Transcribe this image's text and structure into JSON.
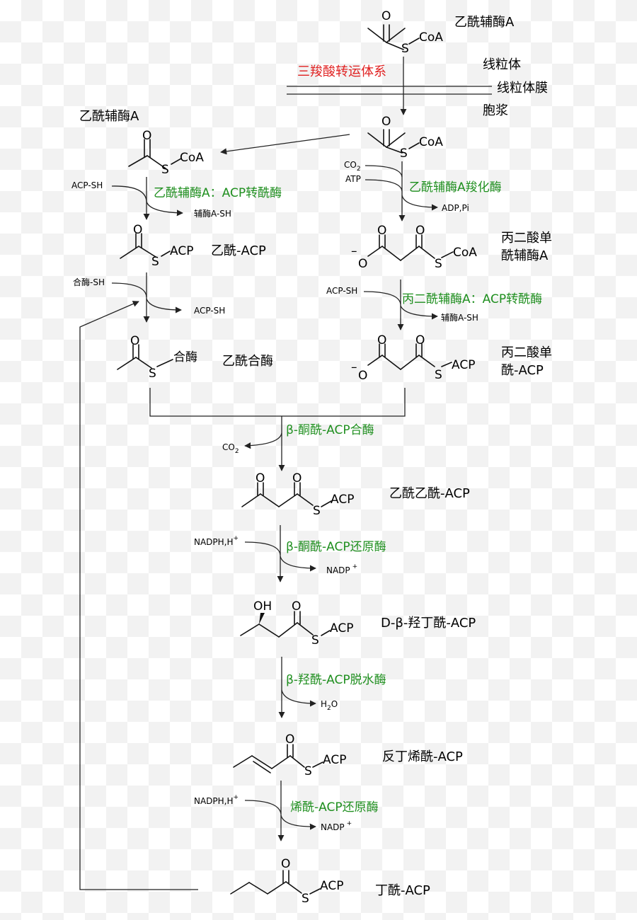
{
  "labels": {
    "acetyl_coa_top": "乙酰辅酶A",
    "mitochondria": "线粒体",
    "mito_membrane": "线粒体膜",
    "cytoplasm": "胞浆",
    "tca_transport": "三羧酸转运体系",
    "acetyl_coa_left": "乙酰辅酶A",
    "acetyl_acp": "乙酰-ACP",
    "acetyl_synthase": "乙酰合酶",
    "malonyl_coa_1": "丙二酸单",
    "malonyl_coa_2": "酰辅酶A",
    "malonyl_acp_1": "丙二酸单",
    "malonyl_acp_2": "酰-ACP",
    "acetoacetyl_acp": "乙酰乙酰-ACP",
    "hydroxybutyryl_acp": "D-β-羟丁酰-ACP",
    "crotonyl_acp": "反丁烯酰-ACP",
    "butyryl_acp": "丁酰-ACP"
  },
  "enzymes": {
    "acc": "乙酰辅酶A羧化酶",
    "acetyl_transacylase": "乙酰辅酶A：ACP转酰酶",
    "malonyl_transacylase": "丙二酰辅酶A：ACP转酰酶",
    "ks": "β-酮酰-ACP合酶",
    "kr": "β-酮酰-ACP还原酶",
    "dh": "β-羟酰-ACP脱水酶",
    "er": "烯酰-ACP还原酶"
  },
  "atoms": {
    "O": "O",
    "S": "S",
    "OH": "OH",
    "coa": "CoA",
    "acp": "ACP",
    "enzyme": "合酶",
    "minus": "–"
  },
  "cofactors": {
    "co2": "CO",
    "two": "2",
    "atp": "ATP",
    "adp_pi": "ADP,Pi",
    "acp_sh": "ACP-SH",
    "coa_sh": "辅酶A-SH",
    "synthase_sh": "合酶-SH",
    "nadph": "NADPH,H",
    "plus": "+",
    "nadp": "NADP",
    "h": "H",
    "water_o": "O"
  }
}
